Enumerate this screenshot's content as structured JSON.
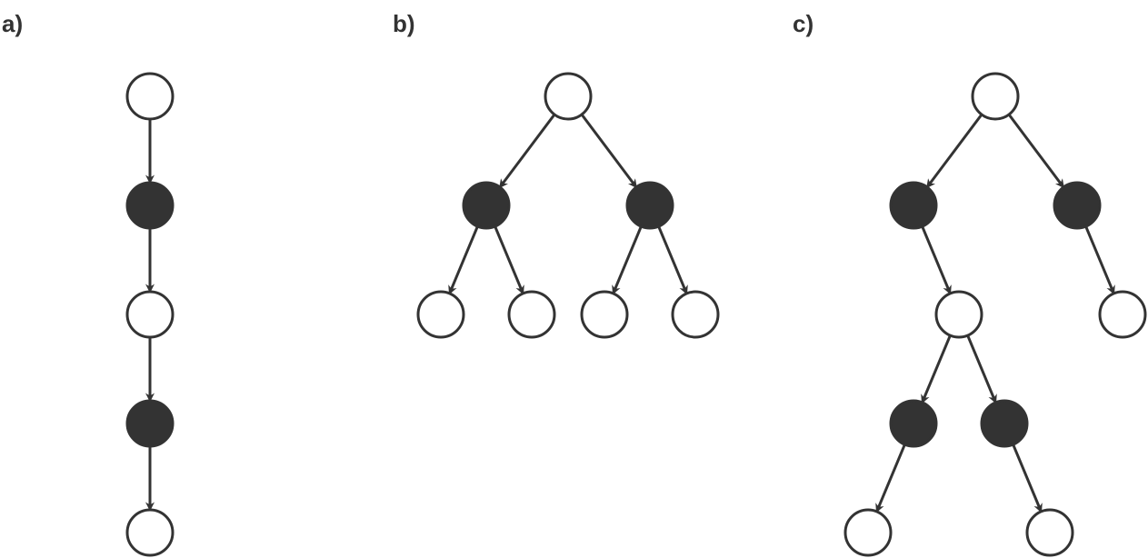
{
  "colors": {
    "stroke": "#333333",
    "filled_node": "#333333",
    "open_node": "#ffffff",
    "background": "#ffffff"
  },
  "panels": [
    {
      "label": "a)",
      "nodes": [
        {
          "id": "a1",
          "filled": false
        },
        {
          "id": "a2",
          "filled": true
        },
        {
          "id": "a3",
          "filled": false
        },
        {
          "id": "a4",
          "filled": true
        },
        {
          "id": "a5",
          "filled": false
        }
      ],
      "edges": [
        [
          "a1",
          "a2"
        ],
        [
          "a2",
          "a3"
        ],
        [
          "a3",
          "a4"
        ],
        [
          "a4",
          "a5"
        ]
      ]
    },
    {
      "label": "b)",
      "nodes": [
        {
          "id": "b1",
          "filled": false
        },
        {
          "id": "b2",
          "filled": true
        },
        {
          "id": "b3",
          "filled": true
        },
        {
          "id": "b4",
          "filled": false
        },
        {
          "id": "b5",
          "filled": false
        },
        {
          "id": "b6",
          "filled": false
        },
        {
          "id": "b7",
          "filled": false
        }
      ],
      "edges": [
        [
          "b1",
          "b2"
        ],
        [
          "b1",
          "b3"
        ],
        [
          "b2",
          "b4"
        ],
        [
          "b2",
          "b5"
        ],
        [
          "b3",
          "b6"
        ],
        [
          "b3",
          "b7"
        ]
      ]
    },
    {
      "label": "c)",
      "nodes": [
        {
          "id": "c1",
          "filled": false
        },
        {
          "id": "c2",
          "filled": true
        },
        {
          "id": "c3",
          "filled": true
        },
        {
          "id": "c4",
          "filled": false
        },
        {
          "id": "c5",
          "filled": false
        },
        {
          "id": "c6",
          "filled": true
        },
        {
          "id": "c7",
          "filled": true
        },
        {
          "id": "c8",
          "filled": false
        },
        {
          "id": "c9",
          "filled": false
        }
      ],
      "edges": [
        [
          "c1",
          "c2"
        ],
        [
          "c1",
          "c3"
        ],
        [
          "c2",
          "c4"
        ],
        [
          "c3",
          "c5"
        ],
        [
          "c4",
          "c6"
        ],
        [
          "c4",
          "c7"
        ],
        [
          "c6",
          "c8"
        ],
        [
          "c7",
          "c9"
        ]
      ]
    }
  ]
}
